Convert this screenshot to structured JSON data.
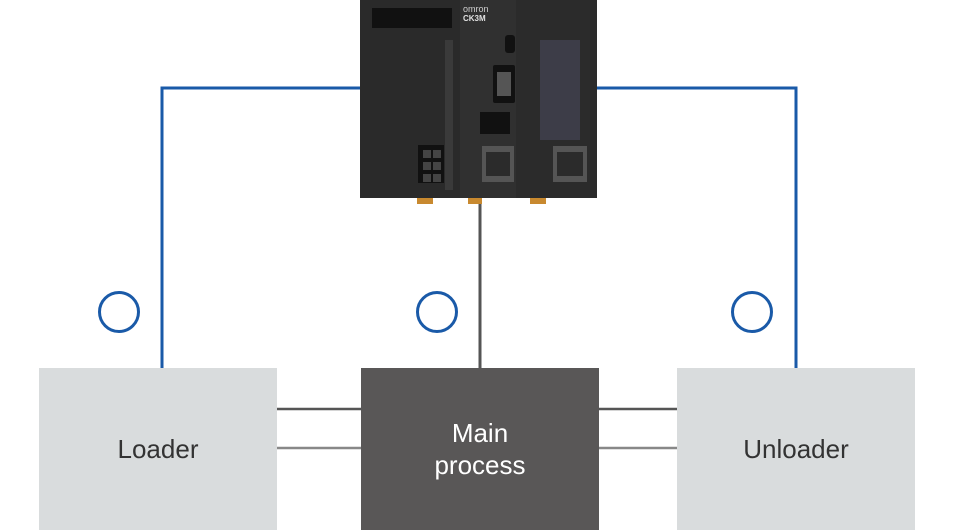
{
  "boxes": {
    "loader": "Loader",
    "main": "Main\nprocess",
    "unloader": "Unloader"
  },
  "device": {
    "brand": "omron",
    "model": "CK3M"
  },
  "colors": {
    "line_blue": "#1a5aa8",
    "line_gray": "#555555",
    "box_light": "#d9dcdd",
    "box_dark": "#595757",
    "controller_body": "#2b2b2b"
  }
}
